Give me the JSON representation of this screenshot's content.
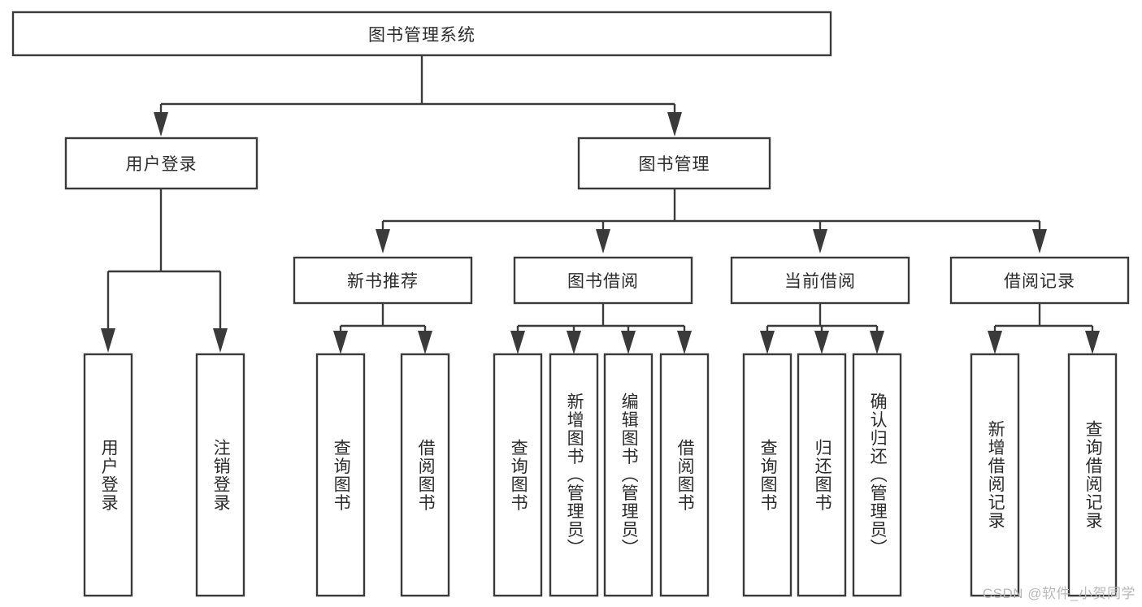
{
  "diagram": {
    "type": "tree",
    "title": "图书管理系统",
    "colors": {
      "stroke": "#3a3a3a",
      "box_fill": "#ffffff",
      "text": "#2b2b2b",
      "background": "#ffffff",
      "watermark": "#b9b9b9"
    },
    "root": {
      "label": "图书管理系统"
    },
    "level2": [
      {
        "label": "用户登录"
      },
      {
        "label": "图书管理"
      }
    ],
    "level3": [
      {
        "label": "新书推荐"
      },
      {
        "label": "图书借阅"
      },
      {
        "label": "当前借阅"
      },
      {
        "label": "借阅记录"
      }
    ],
    "leaves": {
      "user_login": [
        {
          "label": "用户登录"
        },
        {
          "label": "注销登录"
        }
      ],
      "new_book_recommend": [
        {
          "label": "查询图书"
        },
        {
          "label": "借阅图书"
        }
      ],
      "book_borrow": [
        {
          "label": "查询图书"
        },
        {
          "label": "新增图书（管理员）"
        },
        {
          "label": "编辑图书（管理员）"
        },
        {
          "label": "借阅图书"
        }
      ],
      "current_borrow": [
        {
          "label": "查询图书"
        },
        {
          "label": "归还图书"
        },
        {
          "label": "确认归还（管理员）"
        }
      ],
      "borrow_record": [
        {
          "label": "新增借阅记录"
        },
        {
          "label": "查询借阅记录"
        }
      ]
    }
  },
  "watermark": {
    "text": "CSDN @软件_小贺同学"
  }
}
